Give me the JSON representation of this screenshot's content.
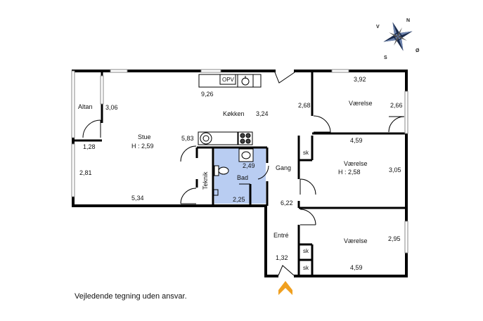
{
  "rooms": {
    "altan": "Altan",
    "stue": "Stue",
    "stue_height": "H : 2,59",
    "kokken": "Køkken",
    "opv": "OPV",
    "teknik": "Teknik",
    "bad": "Bad",
    "gang": "Gang",
    "entre": "Entré",
    "vaerelse1": "Værelse",
    "vaerelse2": "Værelse",
    "vaerelse2_height": "H : 2,58",
    "vaerelse3": "Værelse",
    "sk1": "sk",
    "sk2": "sk",
    "sk3": "sk"
  },
  "dimensions": {
    "d926": "9,26",
    "d306": "3,06",
    "d324": "3,24",
    "d268": "2,68",
    "d392": "3,92",
    "d266": "2,66",
    "d128": "1,28",
    "d583": "5,83",
    "d459a": "4,59",
    "d281": "2,81",
    "d249": "2,49",
    "d305": "3,05",
    "d534": "5,34",
    "d225": "2,25",
    "d622": "6,22",
    "d295": "2,95",
    "d132": "1,32",
    "d459b": "4,59"
  },
  "compass": {
    "n": "N",
    "s": "S",
    "v": "V",
    "o": "Ø"
  },
  "disclaimer": "Vejledende tegning uden ansvar.",
  "colors": {
    "wall": "#000000",
    "bathroom": "#b9cdf2",
    "entrance_arrow": "#f0a020"
  }
}
